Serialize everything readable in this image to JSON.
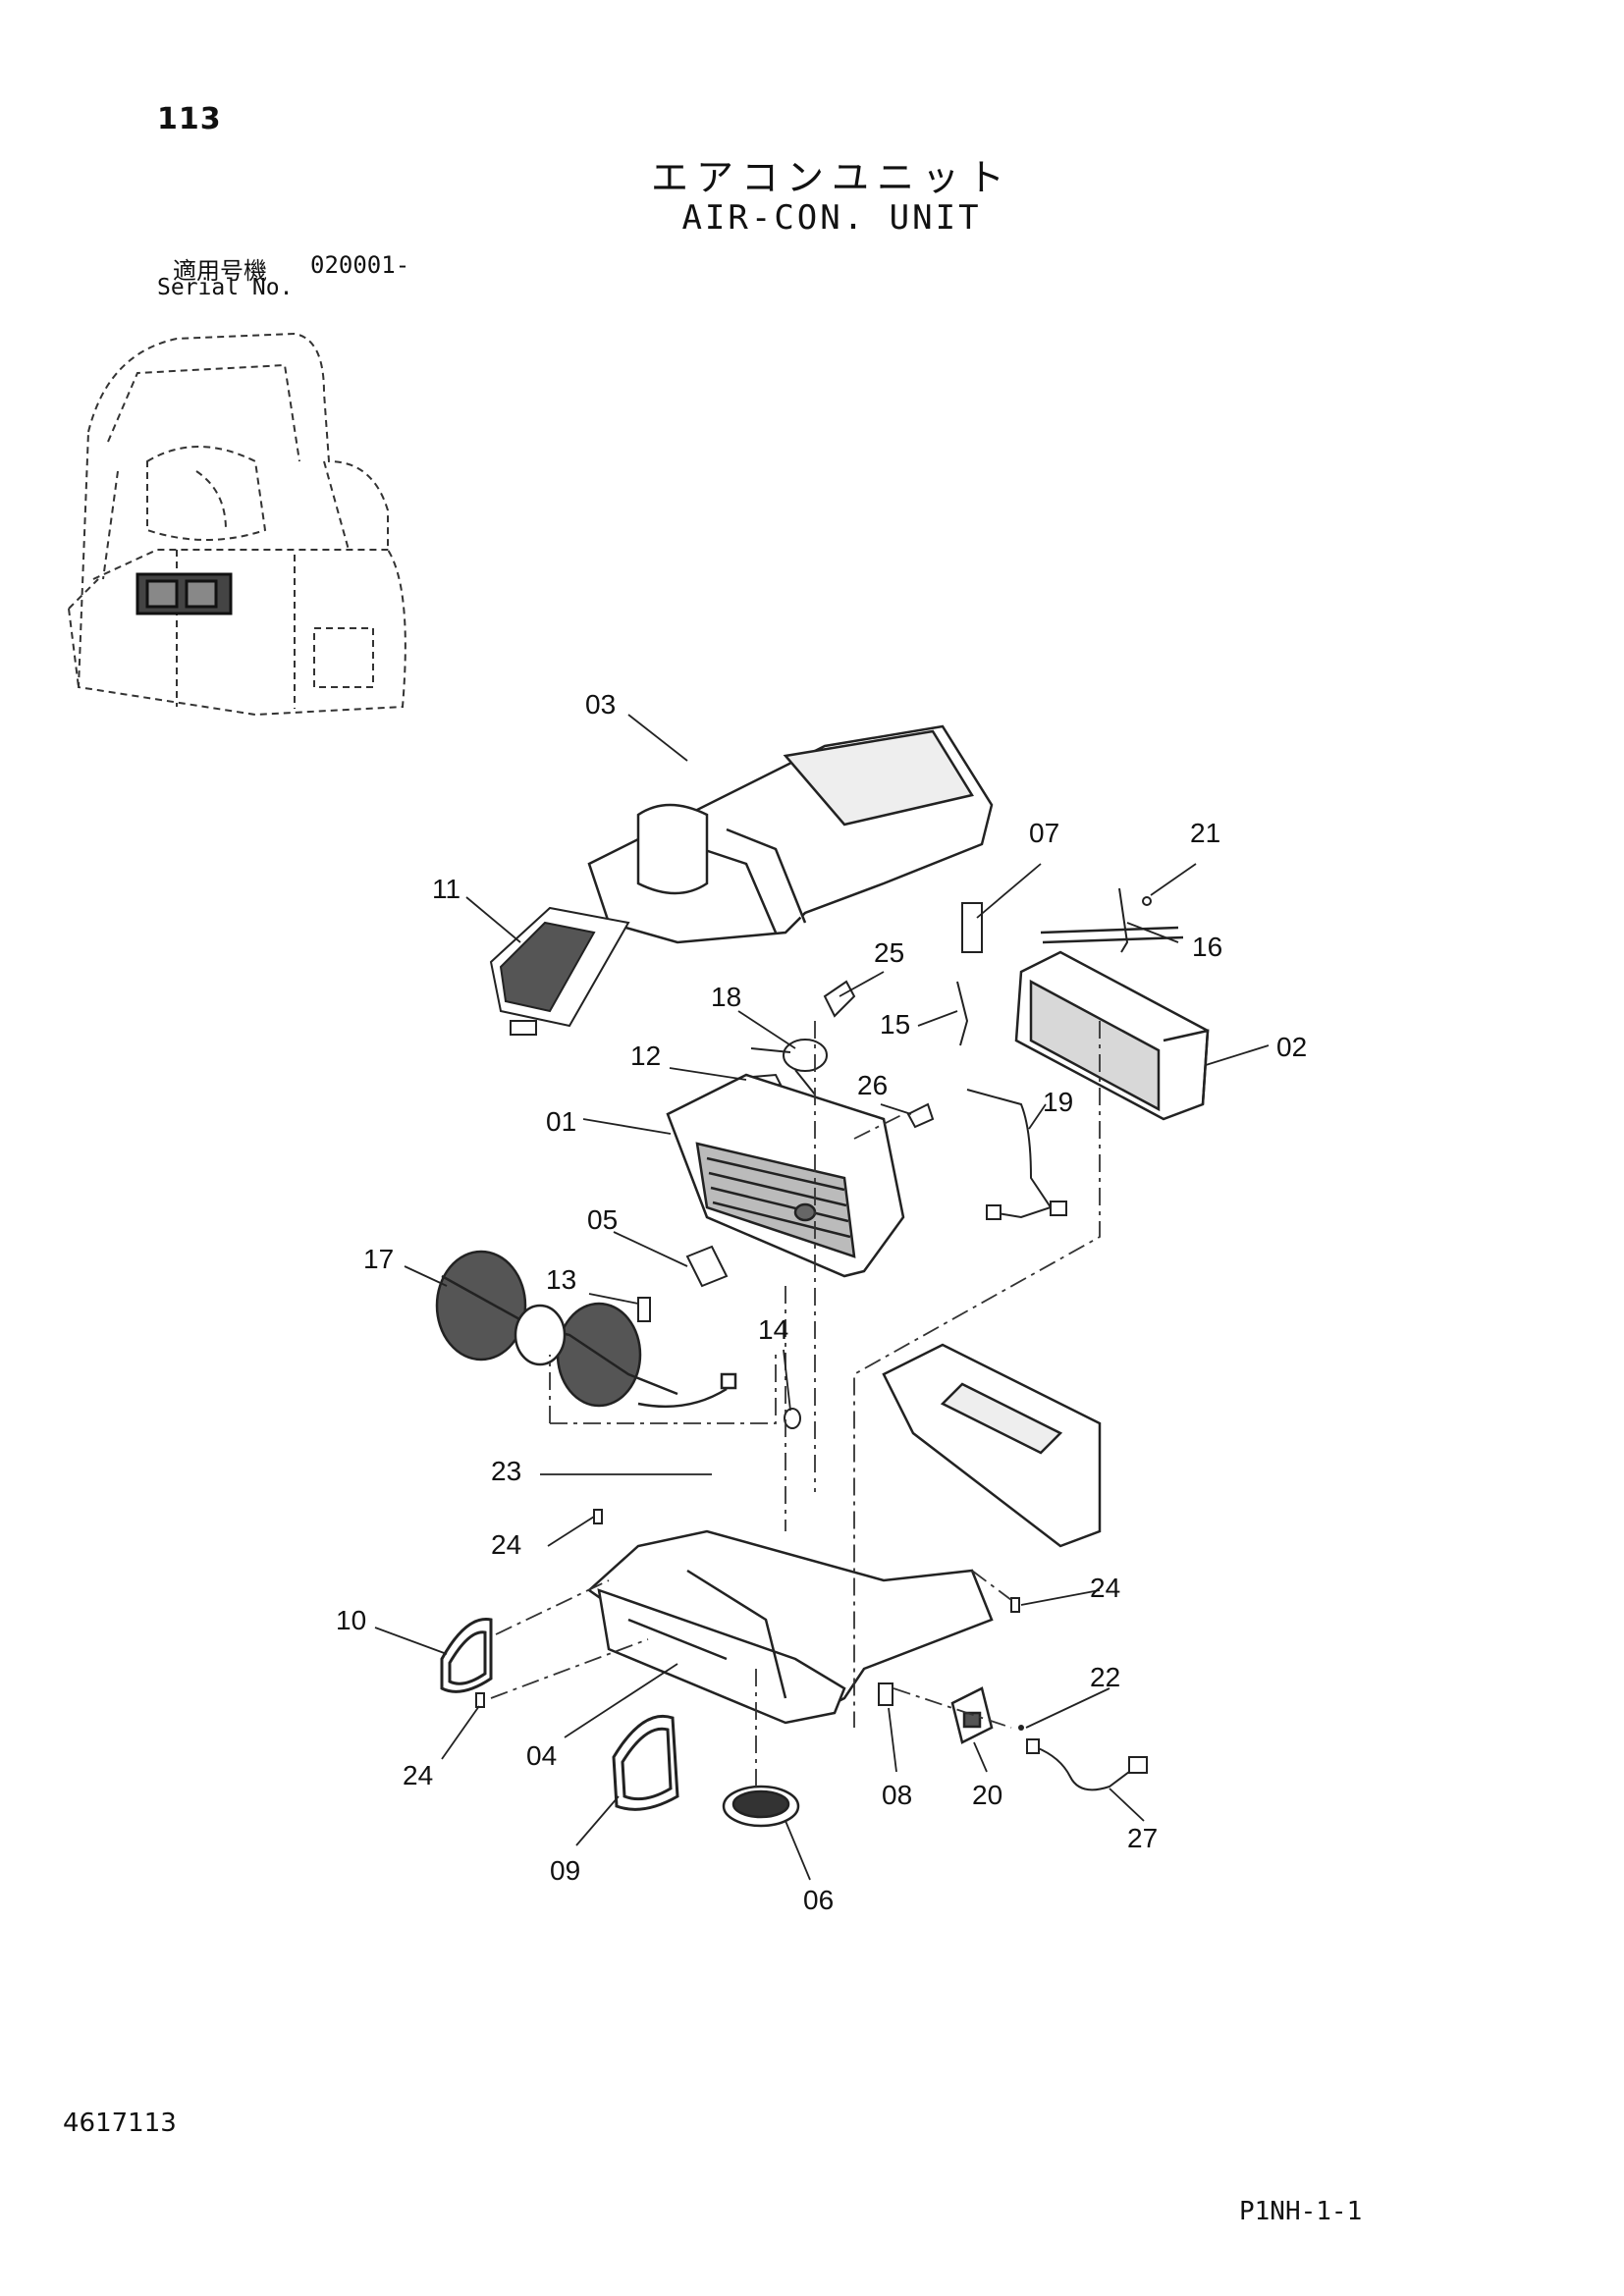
{
  "page_number": "113",
  "title_jp": "エアコンユニット",
  "title_en": "AIR-CON. UNIT",
  "serial": {
    "label_jp": "適用号機",
    "label_en": "Serial No.",
    "value": "020001-"
  },
  "document_number": "4617113",
  "figure_code": "P1NH-1-1",
  "callouts": [
    "01",
    "02",
    "03",
    "04",
    "05",
    "06",
    "07",
    "08",
    "09",
    "10",
    "11",
    "12",
    "13",
    "14",
    "15",
    "16",
    "17",
    "18",
    "19",
    "20",
    "21",
    "22",
    "23",
    "24",
    "25",
    "26",
    "27"
  ]
}
